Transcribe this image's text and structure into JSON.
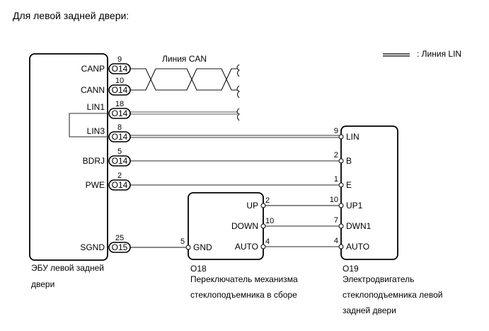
{
  "heading": "Для левой задней двери:",
  "legend": {
    "symbol": "double-line",
    "label": ": Линия LIN"
  },
  "can_line_label": "Линия CAN",
  "ecu": {
    "caption_line1": "ЭБУ левой задней",
    "caption_line2": "двери",
    "pins": [
      {
        "name": "CANP",
        "connector": "O14",
        "pin": "9"
      },
      {
        "name": "CANN",
        "connector": "O14",
        "pin": "10"
      },
      {
        "name": "LIN1",
        "connector": "O14",
        "pin": "18"
      },
      {
        "name": "LIN3",
        "connector": "O14",
        "pin": "8"
      },
      {
        "name": "BDRJ",
        "connector": "O14",
        "pin": "5"
      },
      {
        "name": "PWE",
        "connector": "O14",
        "pin": "2"
      },
      {
        "name": "SGND",
        "connector": "O15",
        "pin": "25"
      }
    ]
  },
  "switch": {
    "id": "O18",
    "caption_line1": "Переключатель механизма",
    "caption_line2": "стеклоподъемника в сборе",
    "pins": [
      {
        "name": "UP",
        "pin": "2"
      },
      {
        "name": "DOWN",
        "pin": "10"
      },
      {
        "name": "AUTO",
        "pin": "4"
      },
      {
        "name": "GND",
        "pin": "5"
      }
    ]
  },
  "motor": {
    "id": "O19",
    "caption_line1": "Электродвигатель",
    "caption_line2": "стеклоподъемника левой",
    "caption_line3": "задней двери",
    "pins": [
      {
        "name": "LIN",
        "pin": "9"
      },
      {
        "name": "B",
        "pin": "2"
      },
      {
        "name": "E",
        "pin": "1"
      },
      {
        "name": "UP1",
        "pin": "10"
      },
      {
        "name": "DWN1",
        "pin": "7"
      },
      {
        "name": "AUTO",
        "pin": "4"
      }
    ]
  }
}
